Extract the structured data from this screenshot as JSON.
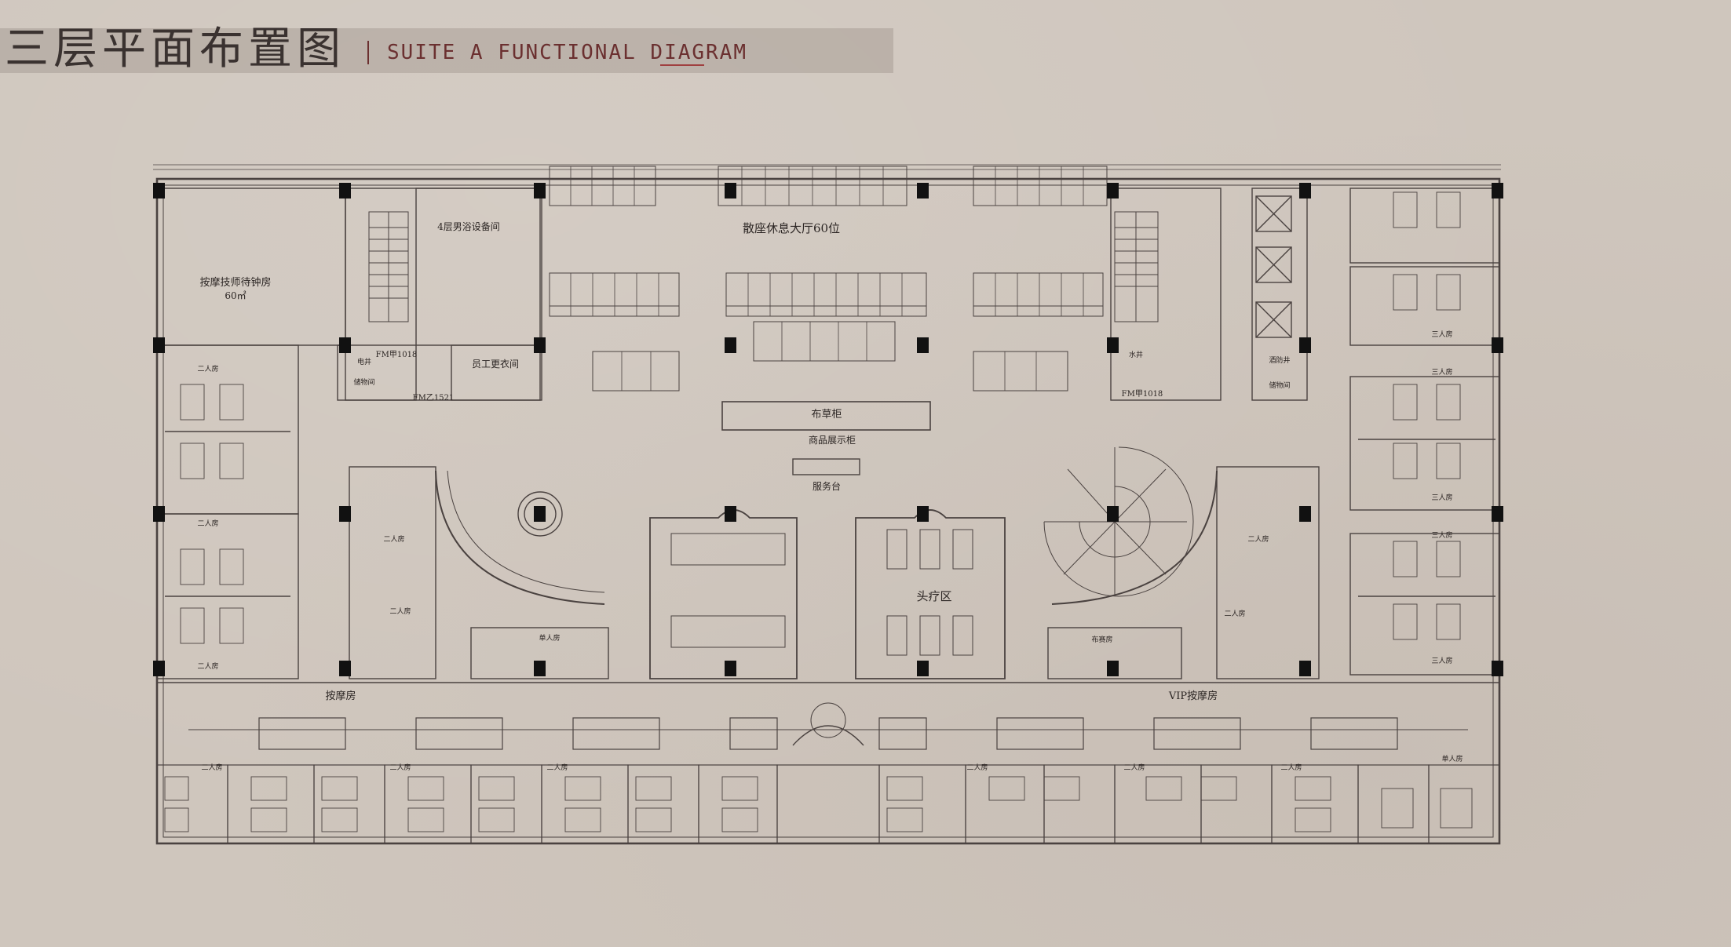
{
  "header": {
    "title_cn": "三层平面布置图",
    "title_en": "SUITE A FUNCTIONAL DIAGRAM"
  },
  "rooms": {
    "lounge": "散座休息大厅60位",
    "tech_wait": "按摩技师待钟房",
    "tech_wait_area": "60㎡",
    "mens_bath_equip": "4层男浴设备间",
    "staff_locker": "员工更衣间",
    "electrical": "电井",
    "storage_left": "储物间",
    "linen_cabinet": "布草柜",
    "display_cabinet": "商品展示柜",
    "service_desk": "服务台",
    "head_therapy": "头疗区",
    "massage_rooms": "按摩房",
    "vip_massage_rooms": "VIP按摩房",
    "water_well": "水井",
    "fire_door_left": "FM甲1018",
    "fire_door_mid": "FM乙1521",
    "fire_door_right": "FM甲1018",
    "liquor": "酒防井",
    "storage_right": "储物间",
    "double_room": "二人房",
    "triple_room": "三人房",
    "single_room": "单人房",
    "multi_room": "布赛房"
  },
  "colors": {
    "paper": "#cfc6bd",
    "line": "#4a4240",
    "column": "#111111",
    "accent": "#6b3030"
  }
}
